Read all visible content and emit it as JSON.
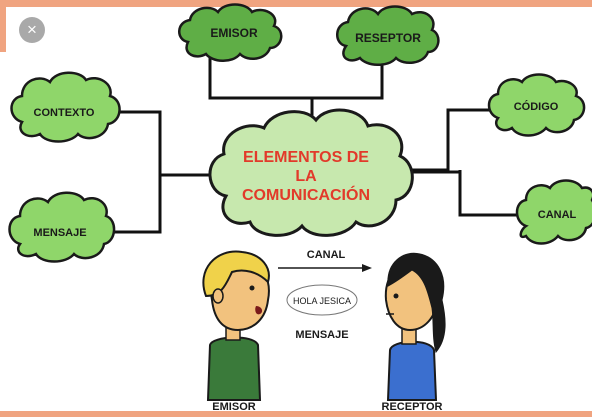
{
  "colors": {
    "frame_accent": "#f0a480",
    "cloud_fill": "#8fd66a",
    "cloud_fill_dark": "#5fae46",
    "center_cloud_fill": "#c7e8ae",
    "cloud_stroke": "#1a1a1a",
    "title_red": "#e23a2a",
    "connector": "#111111",
    "close_button_bg": "#a9a9a9"
  },
  "window": {
    "close_icon": "close-icon",
    "close_glyph": "×"
  },
  "diagram": {
    "title_lines": [
      "ELEMENTOS DE",
      "LA",
      "COMUNICACIÓN"
    ],
    "nodes": {
      "emisor": "EMISOR",
      "receptor": "RESEPTOR",
      "contexto": "CONTEXTO",
      "mensaje": "MENSAJE",
      "codigo": "CÓDIGO",
      "canal": "CANAL"
    }
  },
  "scene": {
    "canal_label": "CANAL",
    "bubble_text": "HOLA JESICA",
    "mensaje_label": "MENSAJE",
    "emisor_caption": "EMISOR",
    "receptor_caption": "RECEPTOR"
  }
}
